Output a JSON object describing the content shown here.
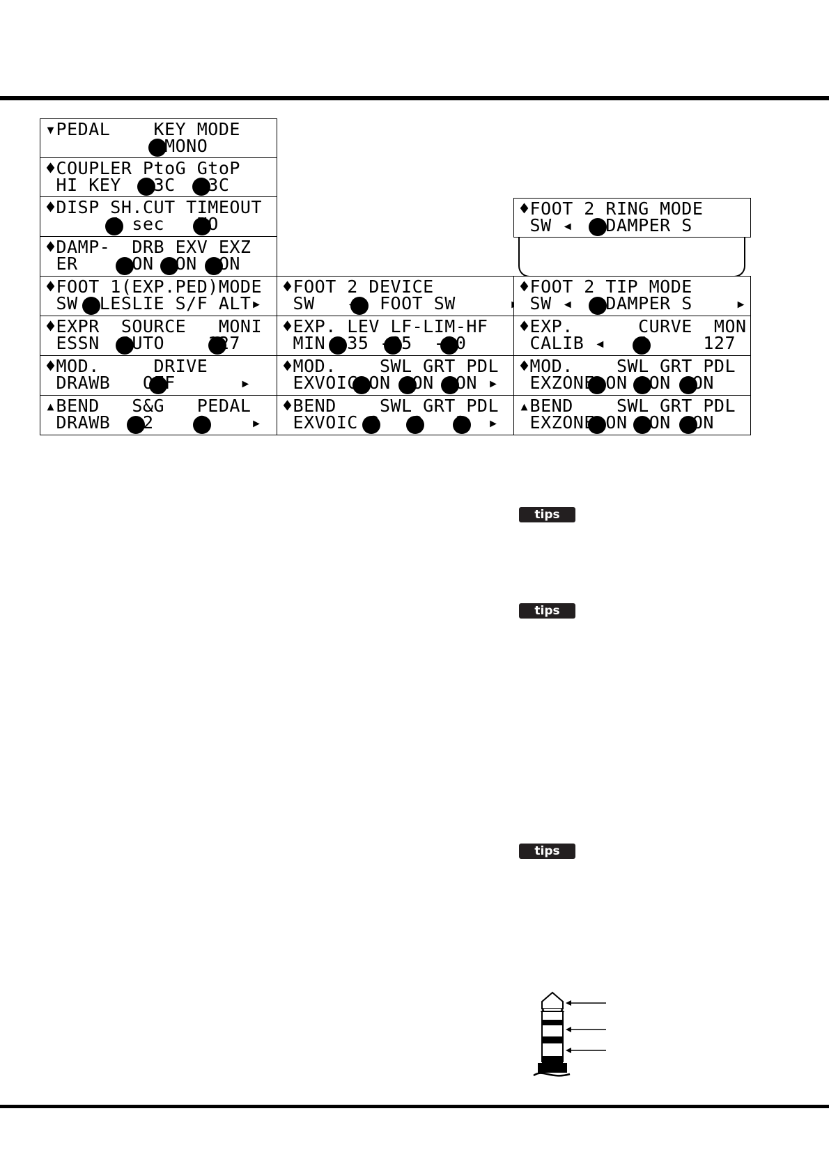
{
  "displays": [
    {
      "id": "pedal-key-mode",
      "line1": "▾PEDAL    KEY MODE",
      "line2": "           MONO"
    },
    {
      "id": "coupler",
      "line1": "♦COUPLER PtoG GtoP",
      "line2": " HI KEY   3C   3C"
    },
    {
      "id": "disp-shortcut",
      "line1": "♦DISP SH.CUT TIMEOUT",
      "line2": "      1 sec   NO"
    },
    {
      "id": "damper",
      "line1": "♦DAMP-  DRB EXV EXZ",
      "line2": " ER     ON  ON  ON"
    },
    {
      "id": "foot1-mode",
      "line1": "♦FOOT 1(EXP.PED)MODE",
      "line2": " SW  LESLIE S/F ALT▸"
    },
    {
      "id": "expr-source",
      "line1": "♦EXPR  SOURCE   MONI",
      "line2": " ESSN  AUTO    127"
    },
    {
      "id": "mod-drive",
      "line1": "♦MOD.     DRIVE",
      "line2": " DRAWB   OFF      ▸"
    },
    {
      "id": "bend-sg-pedal",
      "line1": "▴BEND   S&G   PEDAL",
      "line2": " DRAWB   2    2    ▸"
    },
    {
      "id": "foot2-device",
      "line1": "♦FOOT 2 DEVICE",
      "line2": " SW   ◂  FOOT SW     ▸"
    },
    {
      "id": "exp-lev",
      "line1": "♦EXP. LEV LF-LIM-HF",
      "line2": " MIN -35 -25  -30"
    },
    {
      "id": "mod-exvoice",
      "line1": "♦MOD.    SWL GRT PDL",
      "line2": " EXVOIC ON  ON  ON ▸"
    },
    {
      "id": "bend-exvoice",
      "line1": "♦BEND    SWL GRT PDL",
      "line2": " EXVOIC 2   2   2  ▸"
    },
    {
      "id": "foot2-ring-mode",
      "line1": "♦FOOT 2 RING MODE",
      "line2": " SW ◂   DAMPER S"
    },
    {
      "id": "foot2-tip-mode",
      "line1": "♦FOOT 2 TIP MODE",
      "line2": " SW ◂   DAMPER S    ▸"
    },
    {
      "id": "exp-calib",
      "line1": "♦EXP.      CURVE  MON",
      "line2": " CALIB ◂   1     127"
    },
    {
      "id": "mod-exzone",
      "line1": "♦MOD.    SWL GRT PDL",
      "line2": " EXZONE ON  ON  ON"
    },
    {
      "id": "bend-exzone",
      "line1": "▴BEND    SWL GRT PDL",
      "line2": " EXZONE ON  ON  ON"
    }
  ],
  "tips_labels": [
    "tips",
    "tips",
    "tips"
  ],
  "colors": {
    "ink": "#000000",
    "tips_bg": "#231f20",
    "tips_text": "#ffffff"
  },
  "icons": {
    "plug": "stereo-phone-plug-icon"
  }
}
